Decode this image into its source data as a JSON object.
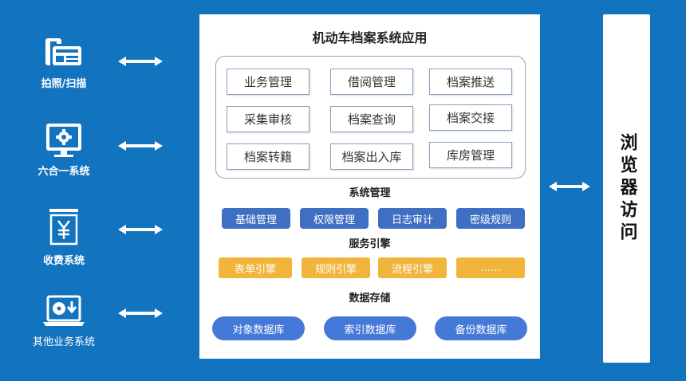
{
  "sources": [
    {
      "label": "拍照/扫描",
      "icon": "scanner-icon"
    },
    {
      "label": "六合一系统",
      "icon": "monitor-gear-icon"
    },
    {
      "label": "收费系统",
      "icon": "yuan-receipt-icon"
    },
    {
      "label": "其他业务系统",
      "icon": "laptop-disc-icon"
    }
  ],
  "main": {
    "title": "机动车档案系统应用",
    "business": [
      "业务管理",
      "借阅管理",
      "档案推送",
      "采集审核",
      "档案查询",
      "档案交接",
      "档案转籍",
      "档案出入库",
      "库房管理"
    ],
    "system_title": "系统管理",
    "system_items": [
      "基础管理",
      "权限管理",
      "日志审计",
      "密级规则"
    ],
    "engine_title": "服务引擎",
    "engine_items": [
      "表单引擎",
      "规则引擎",
      "流程引擎",
      "……"
    ],
    "storage_title": "数据存储",
    "storage_items": [
      "对象数据库",
      "索引数据库",
      "备份数据库"
    ]
  },
  "browser": {
    "label": "浏览器访问"
  },
  "colors": {
    "background": "#1273bf",
    "system_blue": "#3f6fc3",
    "engine_orange": "#f1b53c",
    "storage_blue": "#4579d8"
  }
}
